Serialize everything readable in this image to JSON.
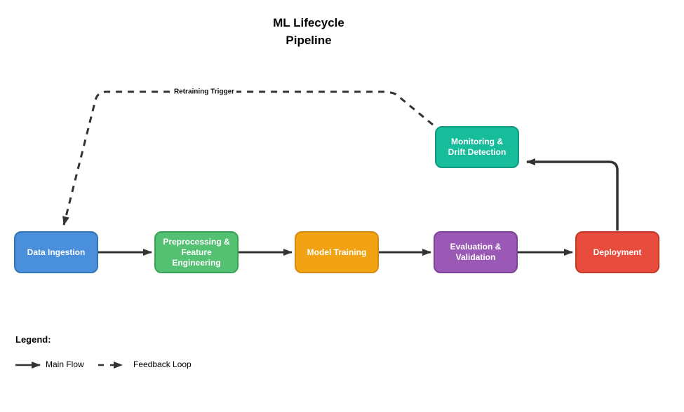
{
  "title": {
    "line1": "ML Lifecycle",
    "line2": "Pipeline"
  },
  "colors": {
    "arrow": "#333333",
    "background": "#ffffff",
    "node_text": "#ffffff"
  },
  "nodes": [
    {
      "id": "data-ingestion",
      "label": "Data Ingestion",
      "fill": "#4A8FDC",
      "border": "#3674B5"
    },
    {
      "id": "preprocessing",
      "label": "Preprocessing &\nFeature Engineering",
      "fill": "#53C072",
      "border": "#3AA257"
    },
    {
      "id": "model-training",
      "label": "Model Training",
      "fill": "#F2A313",
      "border": "#D18B13"
    },
    {
      "id": "evaluation",
      "label": "Evaluation &\nValidation",
      "fill": "#9B59B6",
      "border": "#7D4397"
    },
    {
      "id": "deployment",
      "label": "Deployment",
      "fill": "#E74C3C",
      "border": "#C0392B"
    },
    {
      "id": "monitoring",
      "label": "Monitoring &\nDrift Detection",
      "fill": "#17BC9B",
      "border": "#0E9D82"
    }
  ],
  "edges": [
    {
      "from": "data-ingestion",
      "to": "preprocessing",
      "style": "solid",
      "label": ""
    },
    {
      "from": "preprocessing",
      "to": "model-training",
      "style": "solid",
      "label": ""
    },
    {
      "from": "model-training",
      "to": "evaluation",
      "style": "solid",
      "label": ""
    },
    {
      "from": "evaluation",
      "to": "deployment",
      "style": "solid",
      "label": ""
    },
    {
      "from": "deployment",
      "to": "monitoring",
      "style": "solid",
      "label": ""
    },
    {
      "from": "monitoring",
      "to": "data-ingestion",
      "style": "dashed",
      "label": "Retraining Trigger"
    }
  ],
  "legend": {
    "heading": "Legend:",
    "items": [
      {
        "label": "Main Flow",
        "style": "solid"
      },
      {
        "label": "Feedback Loop",
        "style": "dashed"
      }
    ]
  }
}
